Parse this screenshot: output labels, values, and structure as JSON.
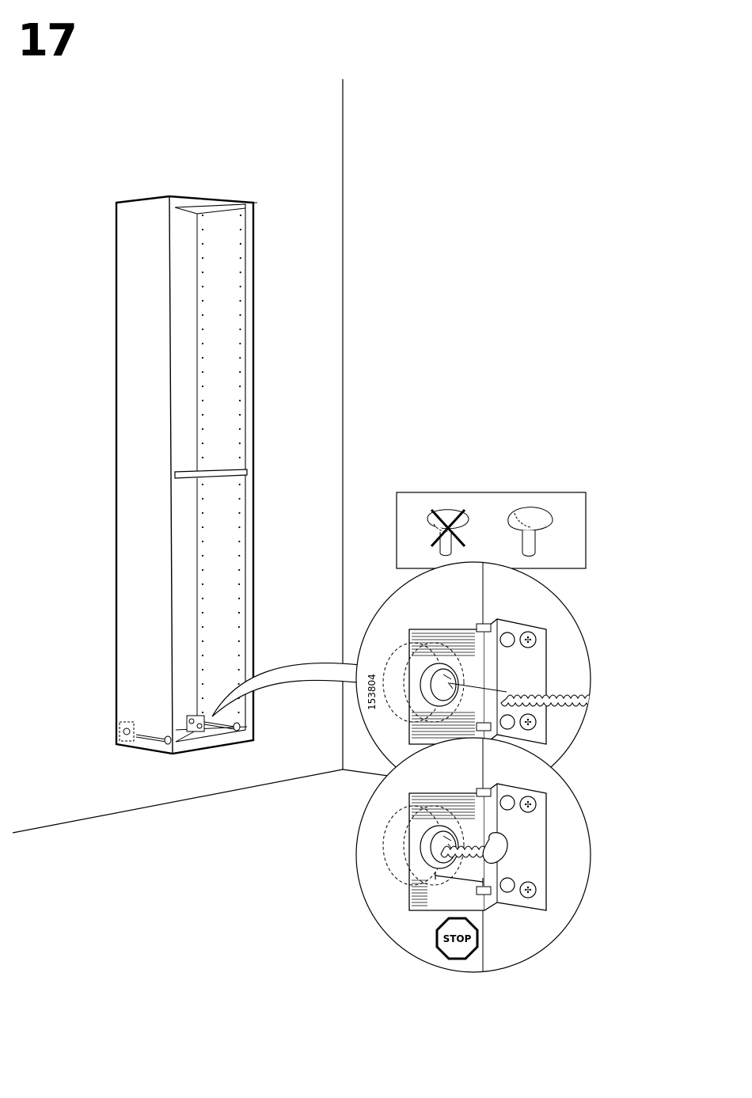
{
  "step": {
    "number": "17"
  },
  "part_label": "153804",
  "stop_sign": {
    "label": "STOP"
  },
  "icons": {
    "wrong_screw": "crossed-out-screw-head-icon",
    "correct_screw": "correct-screw-head-icon"
  },
  "colors": {
    "ink": "#000000",
    "paper": "#ffffff"
  }
}
